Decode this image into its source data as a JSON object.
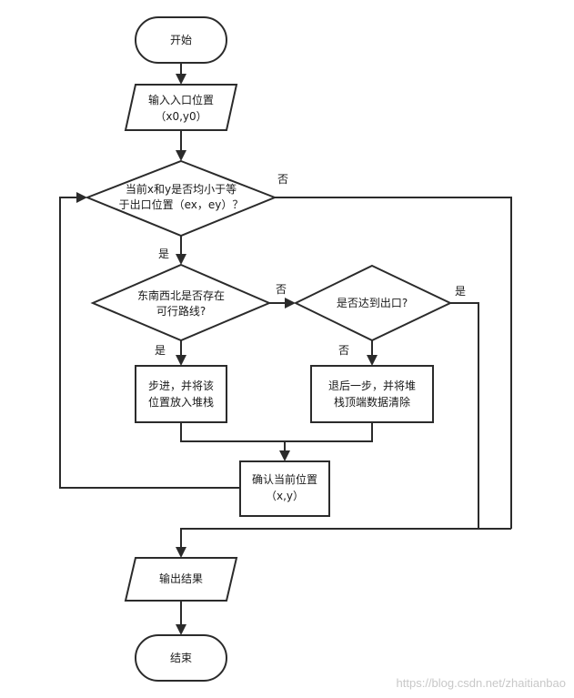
{
  "nodes": {
    "start": "开始",
    "input_1": "输入入口位置",
    "input_2": "（x0,y0）",
    "cond1_1": "当前x和y是否均小于等",
    "cond1_2": "于出口位置（ex，ey）？",
    "cond2_1": "东南西北是否存在",
    "cond2_2": "可行路线?",
    "cond3": "是否达到出口?",
    "step_1": "步进，并将该",
    "step_2": "位置放入堆栈",
    "back_1": "退后一步，并将堆",
    "back_2": "栈顶端数据清除",
    "confirm_1": "确认当前位置",
    "confirm_2": "（x,y）",
    "output": "输出结果",
    "end": "结束"
  },
  "edges": {
    "cond1_no": "否",
    "cond1_yes": "是",
    "cond2_no": "否",
    "cond2_yes": "是",
    "cond3_yes": "是",
    "cond3_no": "否"
  },
  "watermark": "https://blog.csdn.net/zhaitianbao"
}
